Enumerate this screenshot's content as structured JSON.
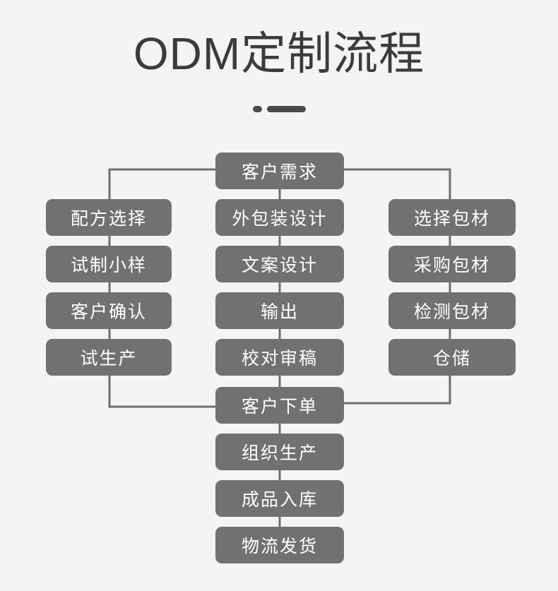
{
  "page": {
    "title": "ODM定制流程",
    "background_color": "#f4f4f4",
    "node_color": "#717171",
    "node_text_color": "#ffffff",
    "title_color": "#3b3b3b",
    "line_color": "#6e6e6e"
  },
  "decoration": {
    "dot": "",
    "bar": ""
  },
  "flow": {
    "center_top": [
      {
        "label": "客户需求"
      },
      {
        "label": "外包装设计"
      },
      {
        "label": "文案设计"
      },
      {
        "label": "输出"
      },
      {
        "label": "校对审稿"
      },
      {
        "label": "客户下单"
      }
    ],
    "left_branch": [
      {
        "label": "配方选择"
      },
      {
        "label": "试制小样"
      },
      {
        "label": "客户确认"
      },
      {
        "label": "试生产"
      }
    ],
    "right_branch": [
      {
        "label": "选择包材"
      },
      {
        "label": "采购包材"
      },
      {
        "label": "检测包材"
      },
      {
        "label": "仓储"
      }
    ],
    "center_bottom": [
      {
        "label": "组织生产"
      },
      {
        "label": "成品入库"
      },
      {
        "label": "物流发货"
      }
    ]
  }
}
